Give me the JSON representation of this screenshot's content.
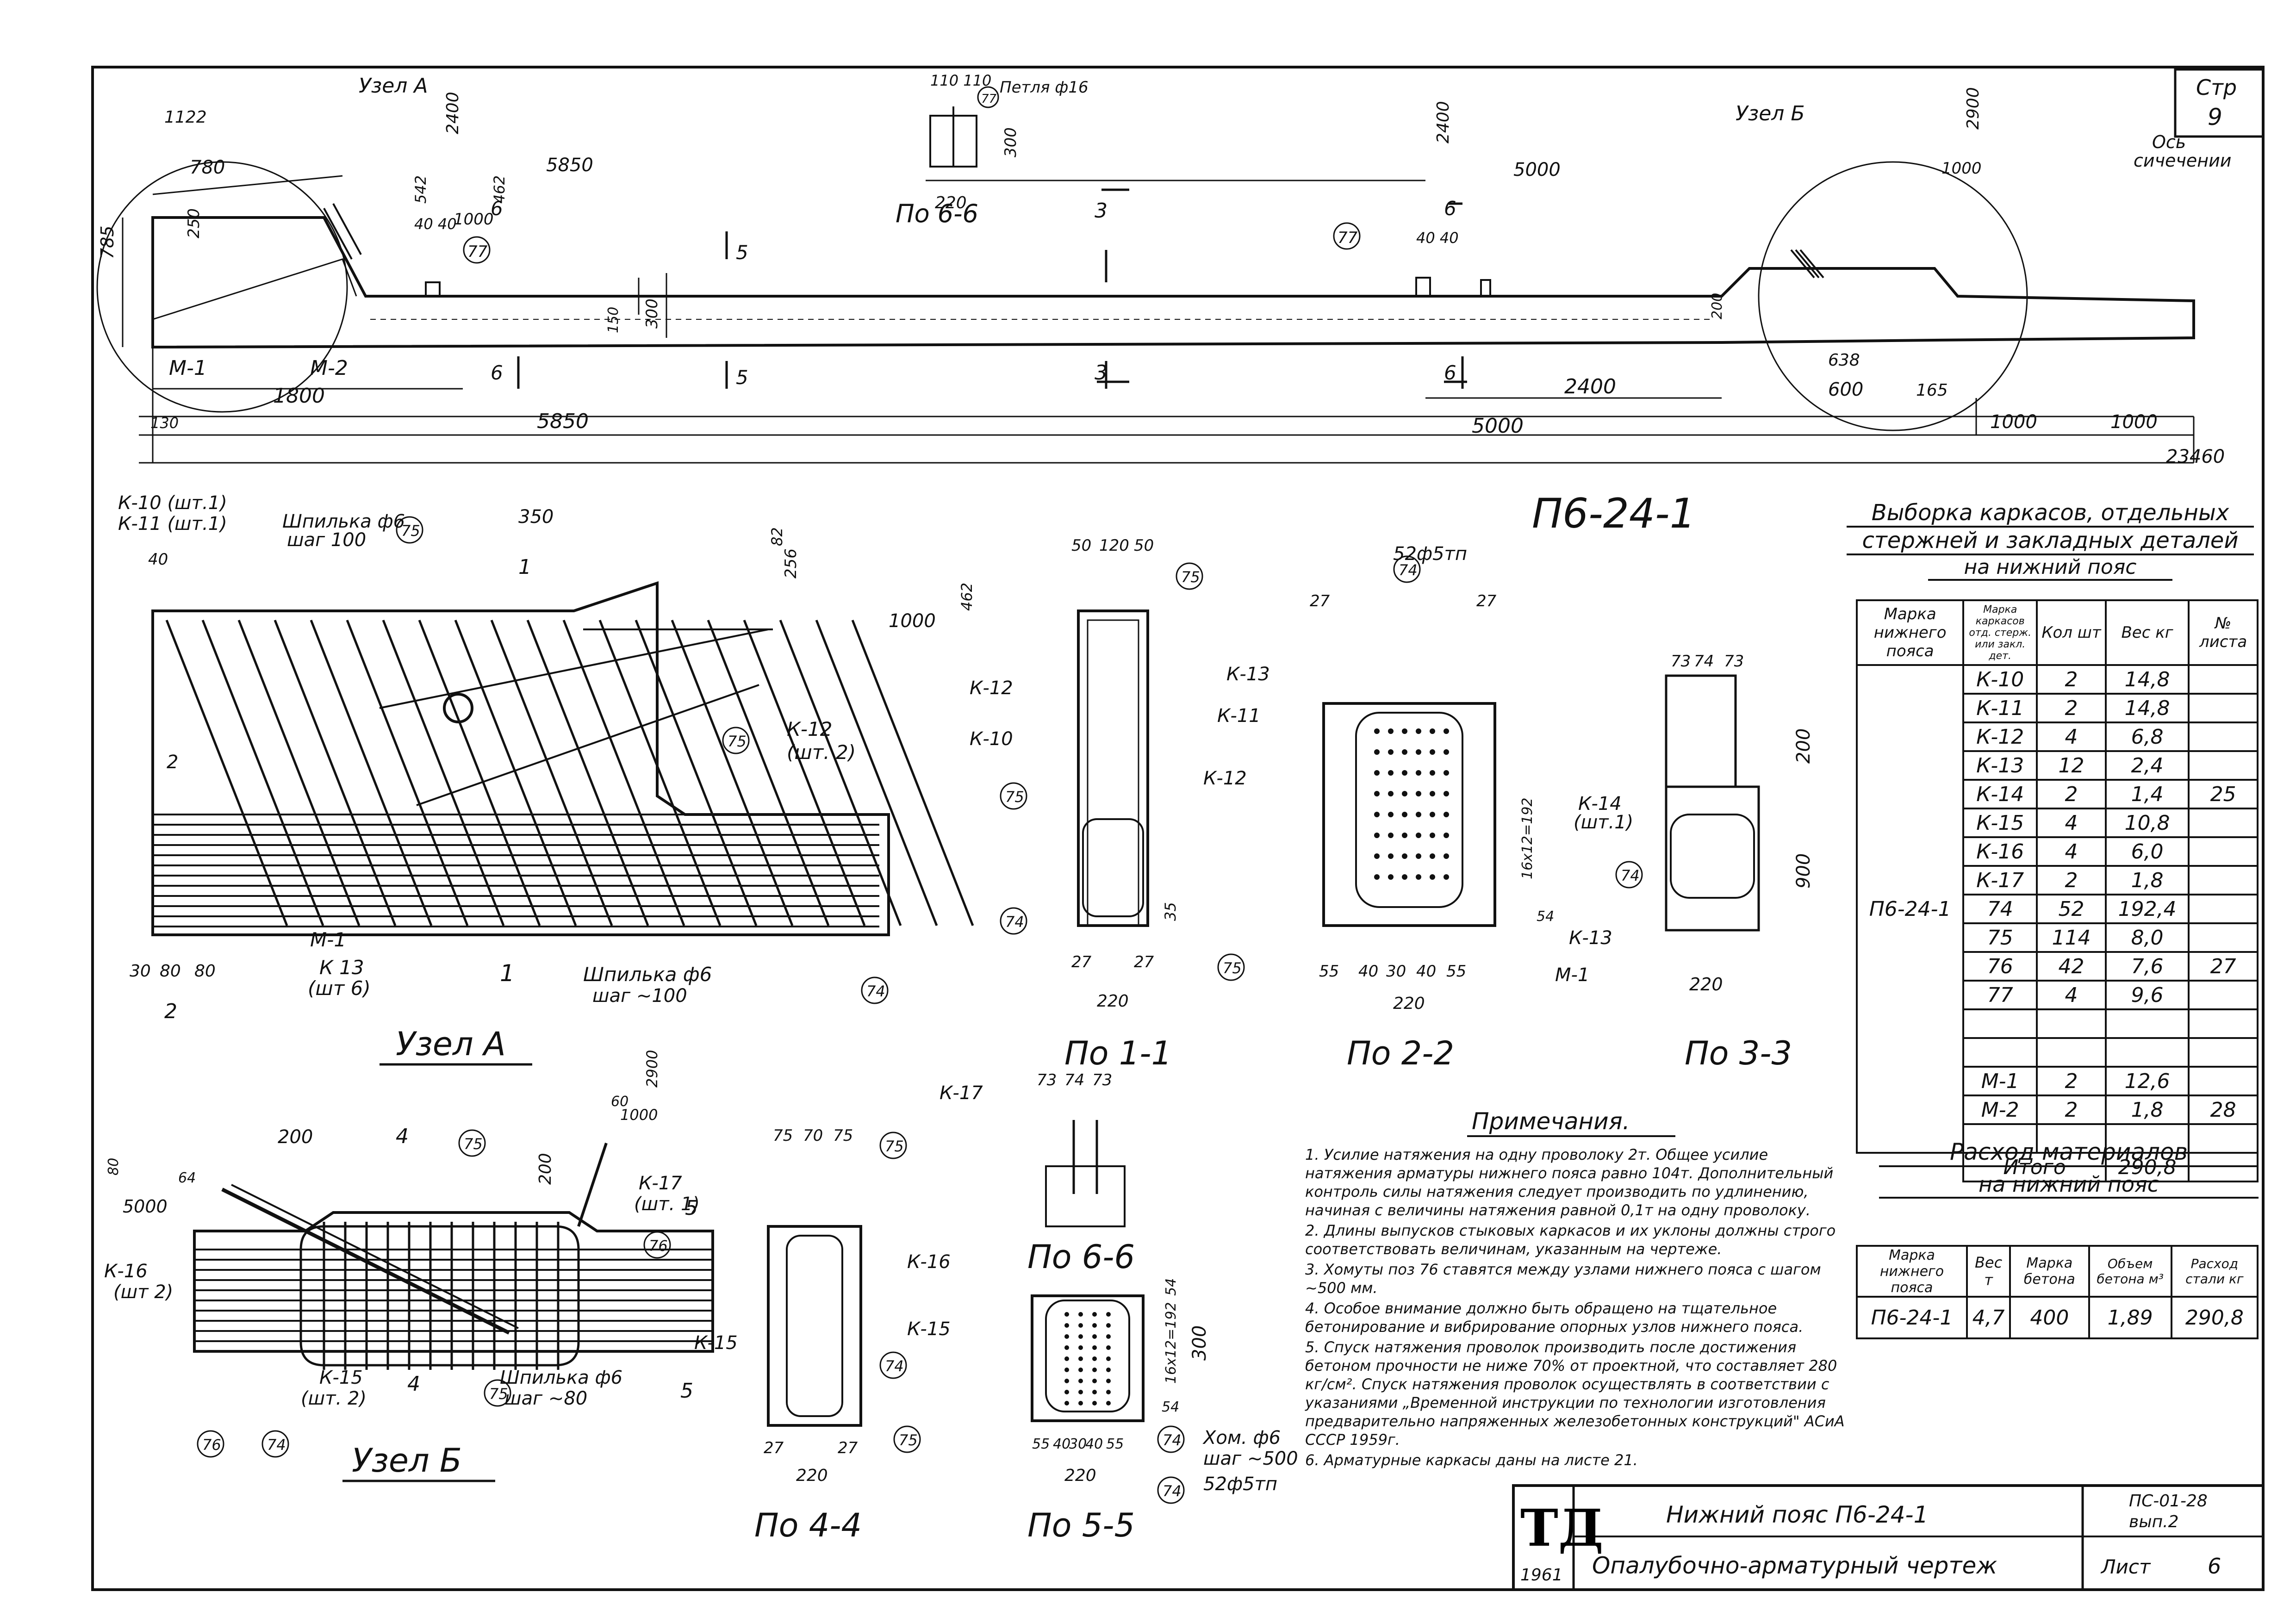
{
  "sheet": {
    "corner": {
      "line1": "Стр",
      "line2": "9"
    },
    "main_title": "П6-24-1"
  },
  "elevation": {
    "node_a_label": "Узел А",
    "node_b_label": "Узел Б",
    "axis_label_1": "Ось",
    "axis_label_2": "сичечении",
    "dims": [
      "1122",
      "780",
      "2400",
      "5850",
      "542",
      "462",
      "250",
      "40 40",
      "1000",
      "785",
      "1800",
      "150",
      "300",
      "130",
      "5850",
      "2400",
      "5000",
      "40 40",
      "2900",
      "1000",
      "200",
      "638",
      "600",
      "165",
      "2400",
      "5000",
      "1000",
      "1000",
      "23460",
      "110 110",
      "300",
      "220",
      "Петля ф16"
    ],
    "marks": [
      "М-1",
      "М-2",
      "77",
      "77",
      "77"
    ],
    "section_labels": [
      "5",
      "5",
      "3",
      "3",
      "6",
      "6",
      "6",
      "6"
    ],
    "section_6_6_title": "По 6-6"
  },
  "node_a": {
    "title": "Узел А",
    "pin_label_top": "Шпилька ф6",
    "pin_step_top": "шаг 100",
    "pin_label_bottom": "Шпилька ф6",
    "pin_step_bottom": "шаг ~100",
    "k10": "К-10 (шт.1)",
    "k11": "К-11 (шт.1)",
    "k12": "К-12",
    "k12_qty": "(шт. 2)",
    "k13": "К 13",
    "k13_qty": "(шт 6)",
    "m1": "М-1",
    "dims": [
      "40",
      "350",
      "82",
      "256",
      "1000",
      "462",
      "30",
      "80",
      "80"
    ],
    "callouts": [
      "75",
      "75",
      "74"
    ],
    "section_marks": [
      "1",
      "1",
      "2",
      "2"
    ]
  },
  "section_1_1": {
    "title": "По 1-1",
    "dims": [
      "50",
      "120",
      "50",
      "27",
      "27",
      "220",
      "35"
    ],
    "labels": [
      "К-12",
      "К-10",
      "К-11",
      "К-12"
    ],
    "callouts": [
      "75",
      "75",
      "74",
      "75"
    ]
  },
  "section_2_2": {
    "title": "По 2-2",
    "strand_label": "52ф5тп",
    "dims": [
      "27",
      "27",
      "16х12=192",
      "54",
      "55",
      "40",
      "30",
      "40",
      "55",
      "220"
    ],
    "labels": [
      "К-13",
      "К-13",
      "М-1"
    ],
    "callouts": [
      "74"
    ]
  },
  "section_3_3": {
    "title": "По 3-3",
    "dims": [
      "73",
      "74",
      "73",
      "200",
      "900",
      "220"
    ],
    "labels": [
      "К-14",
      "(шт.1)"
    ],
    "callouts": [
      "74"
    ]
  },
  "node_b": {
    "title": "Узел Б",
    "pin_label": "Шпилька ф6",
    "pin_step": "шаг ~80",
    "k15": "К-15",
    "k15_qty": "(шт. 2)",
    "k16": "К-16",
    "k16_qty": "(шт 2)",
    "k17": "К-17",
    "k17_qty": "(шт. 1)",
    "dims": [
      "2900",
      "1000",
      "5000",
      "200",
      "200",
      "60",
      "64",
      "80"
    ],
    "callouts": [
      "75",
      "76",
      "76",
      "74",
      "75"
    ],
    "section_marks": [
      "4",
      "4",
      "5",
      "5"
    ]
  },
  "section_4_4": {
    "title": "По 4-4",
    "dims": [
      "75",
      "70",
      "75",
      "27",
      "27",
      "220"
    ],
    "labels": [
      "К-16",
      "К-15",
      "К-15"
    ],
    "callouts": [
      "75",
      "74",
      "75"
    ]
  },
  "section_6_6_small": {
    "title": "По 6-6",
    "k17": "К-17",
    "dims": [
      "73",
      "74",
      "73"
    ]
  },
  "section_5_5": {
    "title": "По 5-5",
    "clamp_label": "Хом. ф6",
    "clamp_step": "шаг ~500",
    "strand_label": "52ф5тп",
    "dims": [
      "54",
      "16х12=192",
      "300",
      "54",
      "55",
      "40",
      "30",
      "40",
      "55",
      "220"
    ],
    "callouts": [
      "74",
      "74"
    ]
  },
  "parts_table": {
    "title_line1": "Выборка каркасов, отдельных",
    "title_line2": "стержней и закладных деталей",
    "title_line3": "на нижний пояс",
    "headers": [
      "Марка нижнего пояса",
      "Марка каркасов отд. стерж. или закл. дет.",
      "Кол шт",
      "Вес кг",
      "№ листа"
    ],
    "belt_mark": "П6-24-1",
    "rows": [
      {
        "mark": "К-10",
        "qty": "2",
        "weight": "14,8",
        "sheet": ""
      },
      {
        "mark": "К-11",
        "qty": "2",
        "weight": "14,8",
        "sheet": ""
      },
      {
        "mark": "К-12",
        "qty": "4",
        "weight": "6,8",
        "sheet": ""
      },
      {
        "mark": "К-13",
        "qty": "12",
        "weight": "2,4",
        "sheet": ""
      },
      {
        "mark": "К-14",
        "qty": "2",
        "weight": "1,4",
        "sheet": "25"
      },
      {
        "mark": "К-15",
        "qty": "4",
        "weight": "10,8",
        "sheet": ""
      },
      {
        "mark": "К-16",
        "qty": "4",
        "weight": "6,0",
        "sheet": ""
      },
      {
        "mark": "К-17",
        "qty": "2",
        "weight": "1,8",
        "sheet": ""
      },
      {
        "mark": "74",
        "qty": "52",
        "weight": "192,4",
        "sheet": ""
      },
      {
        "mark": "75",
        "qty": "114",
        "weight": "8,0",
        "sheet": ""
      },
      {
        "mark": "76",
        "qty": "42",
        "weight": "7,6",
        "sheet": "27"
      },
      {
        "mark": "77",
        "qty": "4",
        "weight": "9,6",
        "sheet": ""
      },
      {
        "mark": "",
        "qty": "",
        "weight": "",
        "sheet": ""
      },
      {
        "mark": "",
        "qty": "",
        "weight": "",
        "sheet": ""
      },
      {
        "mark": "М-1",
        "qty": "2",
        "weight": "12,6",
        "sheet": ""
      },
      {
        "mark": "М-2",
        "qty": "2",
        "weight": "1,8",
        "sheet": "28"
      },
      {
        "mark": "",
        "qty": "",
        "weight": "",
        "sheet": ""
      }
    ],
    "total_label": "Итого",
    "total_value": "290,8"
  },
  "materials": {
    "title_line1": "Расход материалов",
    "title_line2": "на нижний пояс",
    "headers": [
      "Марка нижнего пояса",
      "Вес т",
      "Марка бетона",
      "Объем бетона м³",
      "Расход стали кг"
    ],
    "row": [
      "П6-24-1",
      "4,7",
      "400",
      "1,89",
      "290,8"
    ]
  },
  "notes": {
    "title": "Примечания.",
    "items": [
      "1. Усилие натяжения на одну проволоку 2т. Общее усилие натяжения арматуры нижнего пояса равно 104т. Дополнительный контроль силы натяжения следует производить по удлинению, начиная с величины натяжения равной 0,1т на одну проволоку.",
      "2. Длины выпусков стыковых каркасов и их уклоны должны строго соответствовать величинам, указанным на чертеже.",
      "3. Хомуты поз 76 ставятся между узлами нижнего пояса с шагом ~500 мм.",
      "4. Особое внимание должно быть обращено на тщательное бетонирование и вибрирование опорных узлов нижнего пояса.",
      "5. Спуск натяжения проволок производить после достижения бетоном прочности не ниже 70% от проектной, что составляет 280 кг/см². Спуск натяжения проволок осуществлять в соответствии с указаниями „Временной инструкции по технологии изготовления предварительно напряженных железобетонных конструкций\" АСиА СССР 1959г.",
      "6. Арматурные каркасы даны на листе 21."
    ]
  },
  "title_block": {
    "logo": "ТД",
    "year": "1961",
    "line1": "Нижний пояс П6-24-1",
    "line2": "Опалубочно-арматурный чертеж",
    "code": "ПС-01-28",
    "vol": "вып.2",
    "sheet_label": "Лист",
    "sheet_no": "6"
  }
}
